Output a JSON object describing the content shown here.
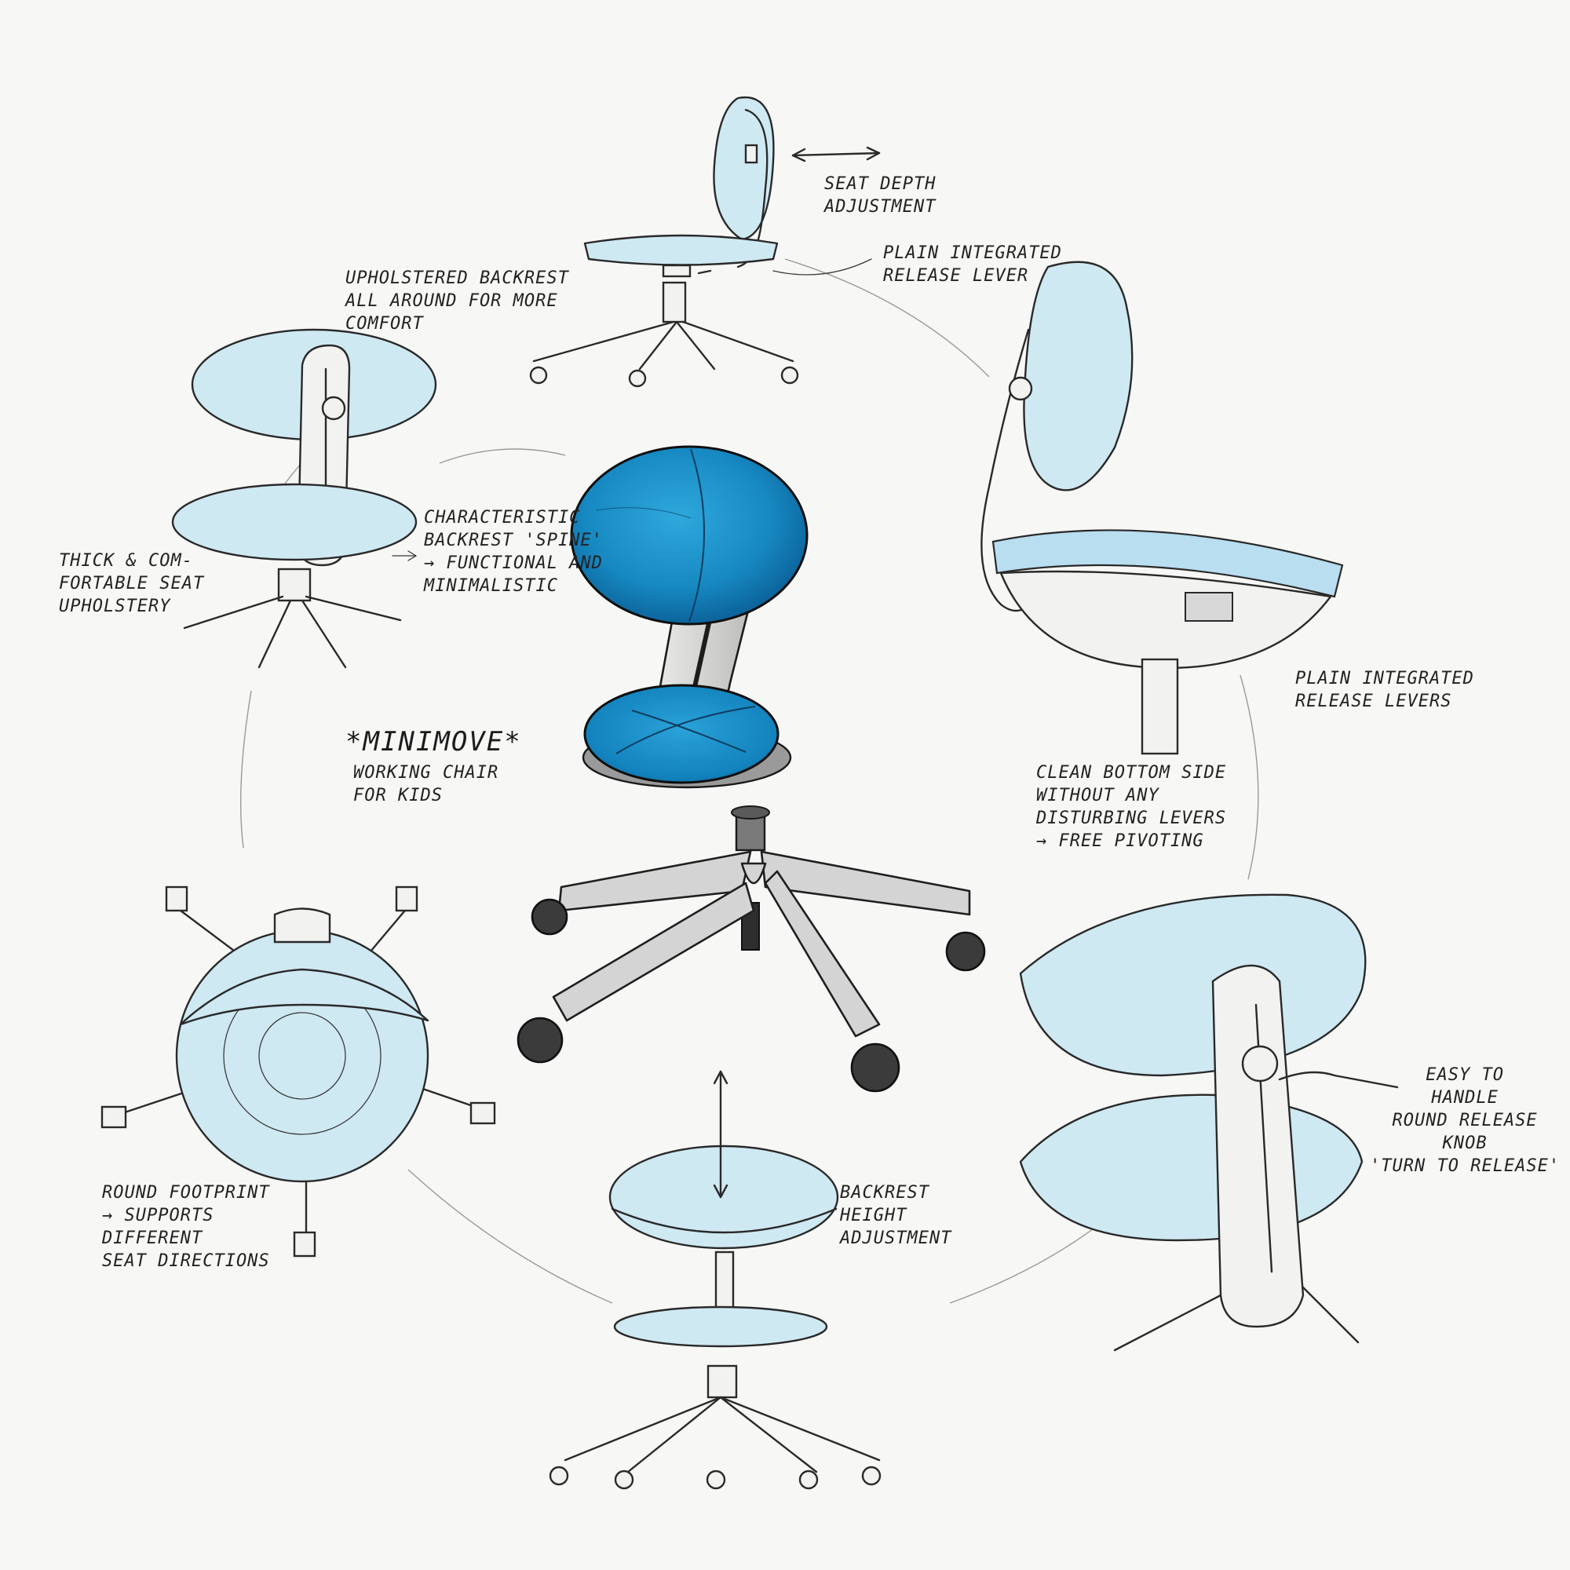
{
  "title": "*MINIMOVE*",
  "subtitle": [
    "WORKING CHAIR",
    "FOR KIDS"
  ],
  "annotations": {
    "seat_depth": [
      "SEAT DEPTH",
      "ADJUSTMENT"
    ],
    "release_lever": [
      "PLAIN INTEGRATED",
      "RELEASE LEVER"
    ],
    "upholstered_backrest": [
      "UPHOLSTERED BACKREST",
      "ALL AROUND FOR MORE",
      "COMFORT"
    ],
    "spine": [
      "CHARACTERISTIC",
      "BACKREST 'SPINE'",
      "→ FUNCTIONAL AND",
      "MINIMALISTIC"
    ],
    "thick_seat": [
      "THICK & COM-",
      "FORTABLE SEAT",
      "UPHOLSTERY"
    ],
    "release_levers": [
      "PLAIN INTEGRATED",
      "RELEASE LEVERS"
    ],
    "clean_bottom": [
      "CLEAN BOTTOM SIDE",
      "WITHOUT ANY",
      "DISTURBING LEVERS",
      "→ FREE PIVOTING"
    ],
    "easy_knob": [
      "EASY TO",
      "HANDLE",
      "ROUND RELEASE",
      "KNOB",
      "'TURN TO RELEASE'"
    ],
    "round_footprint": [
      "ROUND FOOTPRINT",
      "→ SUPPORTS",
      "DIFFERENT",
      "SEAT DIRECTIONS"
    ],
    "backrest_height": [
      "BACKREST",
      "HEIGHT",
      "ADJUSTMENT"
    ]
  },
  "colors": {
    "accent_blue": "#1a8fc8",
    "accent_blue_dark": "#0b5f96",
    "light_blue": "#cfe9f3",
    "ink": "#222222",
    "paper": "#f7f7f5"
  }
}
